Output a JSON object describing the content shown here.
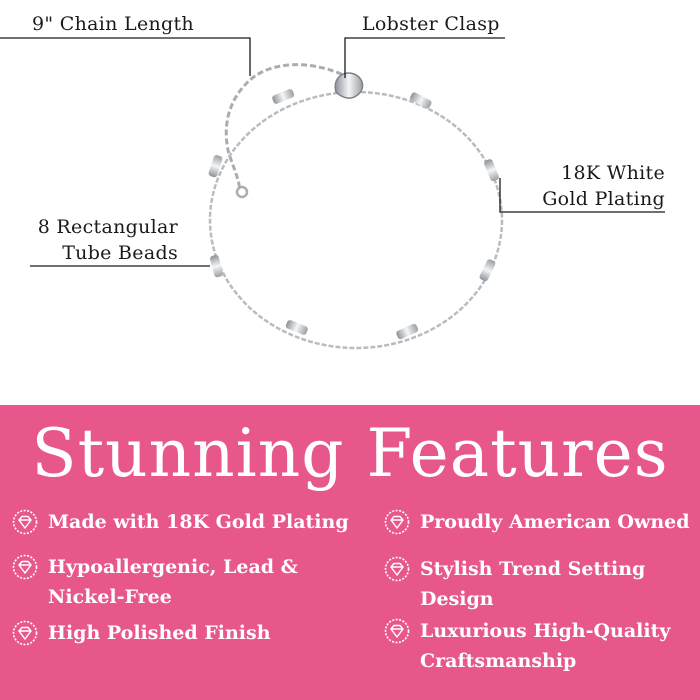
{
  "callouts": {
    "chain_length": "9\" Chain Length",
    "lobster_clasp": "Lobster Clasp",
    "plating_line1": "18K White",
    "plating_line2": "Gold Plating",
    "beads_line1": "8 Rectangular",
    "beads_line2": "Tube Beads"
  },
  "features": {
    "title": "Stunning Features",
    "left": [
      {
        "line1": "Made with 18K Gold Plating",
        "line2": ""
      },
      {
        "line1": "Hypoallergenic, Lead &",
        "line2": "Nickel-Free"
      },
      {
        "line1": "High Polished Finish",
        "line2": ""
      }
    ],
    "right": [
      {
        "line1": "Proudly American Owned",
        "line2": ""
      },
      {
        "line1": "Stylish Trend Setting",
        "line2": "Design"
      },
      {
        "line1": "Luxurious High-Quality",
        "line2": "Craftsmanship"
      }
    ]
  },
  "colors": {
    "panel": "#e8578b",
    "text_on_panel": "#ffffff",
    "metal": "#b8bcc2"
  },
  "icons": {
    "feature": "diamond-badge-icon"
  }
}
